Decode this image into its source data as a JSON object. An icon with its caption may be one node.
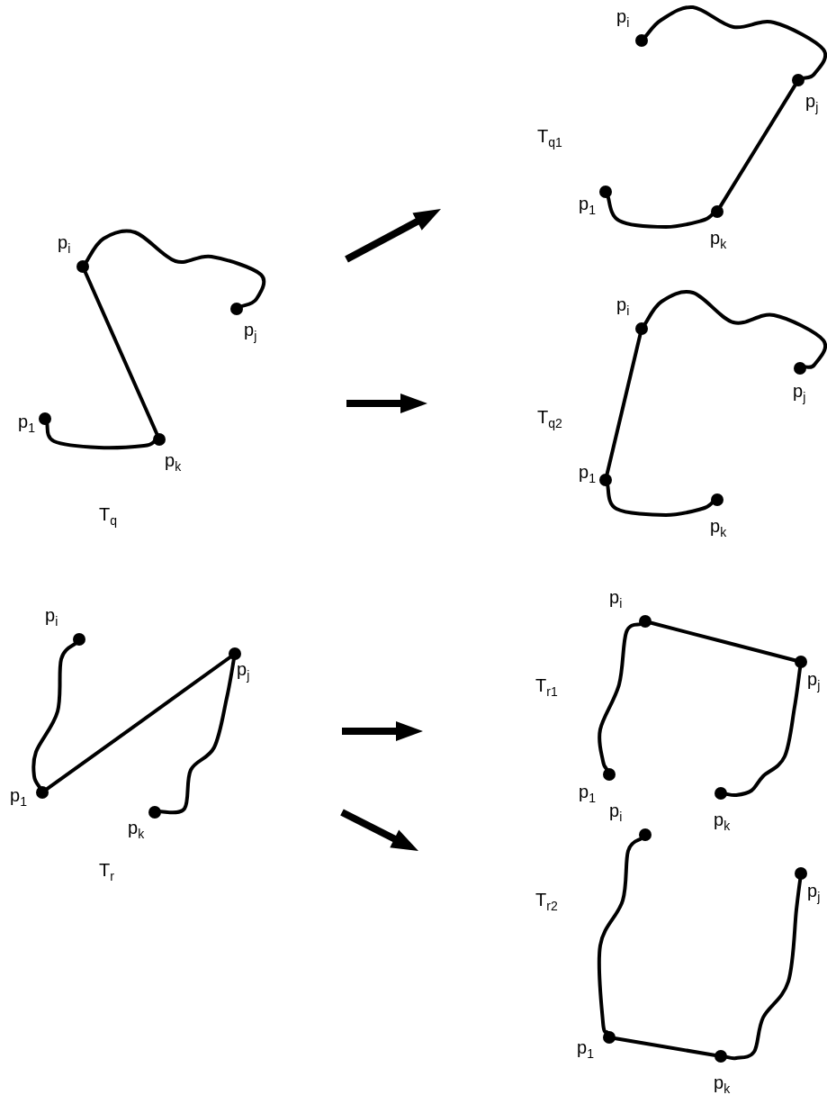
{
  "diagram": {
    "nodes": [
      {
        "text": [],
        "shape": "circle",
        "beside": [
          "p$_{i}$"
        ]
      },
      {
        "text": [],
        "shape": "circle",
        "beside": [
          "p$_{j}$"
        ]
      },
      {
        "text": [],
        "shape": "circle",
        "beside": [
          "p$_{1}$"
        ]
      },
      {
        "text": [],
        "shape": "circle",
        "beside": [
          "p$_{k}$"
        ]
      },
      {
        "text": [],
        "shape": "circle",
        "beside": [
          "p$_{i}$"
        ]
      },
      {
        "text": [],
        "shape": "circle",
        "beside": [
          "p$_{j}$"
        ]
      },
      {
        "text": [],
        "shape": "circle",
        "beside": [
          "p$_{1}$"
        ]
      },
      {
        "text": [],
        "shape": "circle",
        "beside": [
          "p$_{k}$"
        ]
      },
      {
        "text": [],
        "shape": "circle",
        "beside": [
          "p$_{i}$"
        ]
      },
      {
        "text": [],
        "shape": "circle",
        "beside": [
          "p$_{j}$"
        ]
      },
      {
        "text": [],
        "shape": "circle",
        "beside": [
          "p$_{1}$"
        ]
      },
      {
        "text": [],
        "shape": "circle",
        "beside": [
          "p$_{k}$"
        ]
      },
      {
        "text": [],
        "shape": "circle",
        "beside": [
          "p$_{i}$"
        ]
      },
      {
        "text": [],
        "shape": "circle",
        "beside": [
          "p$_{j}$"
        ]
      },
      {
        "text": [],
        "shape": "circle",
        "beside": [
          "p$_{1}$"
        ]
      },
      {
        "text": [],
        "shape": "circle",
        "beside": [
          "p$_{k}$"
        ]
      },
      {
        "text": [],
        "shape": "circle",
        "beside": [
          "p$_{i}$"
        ]
      },
      {
        "text": [],
        "shape": "circle",
        "beside": [
          "p$_{j}$"
        ]
      },
      {
        "text": [],
        "shape": "circle",
        "beside": [
          "p$_{1}$"
        ]
      },
      {
        "text": [],
        "shape": "circle",
        "beside": [
          "p$_{k}$"
        ]
      },
      {
        "text": [],
        "shape": "circle",
        "beside": [
          "p$_{i}$"
        ]
      },
      {
        "text": [],
        "shape": "circle",
        "beside": [
          "p$_{j}$"
        ]
      },
      {
        "text": [],
        "shape": "circle",
        "beside": [
          "p$_{1}$"
        ]
      },
      {
        "text": [],
        "shape": "circle",
        "beside": [
          "p$_{k}$"
        ]
      }
    ],
    "edges": [
      {
        "from": 0,
        "to": 1,
        "arrow": "none"
      },
      {
        "from": 0,
        "to": 3,
        "arrow": "none"
      },
      {
        "from": 2,
        "to": 3,
        "arrow": "none"
      },
      {
        "from": 4,
        "to": 5,
        "arrow": "none"
      },
      {
        "from": 5,
        "to": 7,
        "arrow": "none"
      },
      {
        "from": 6,
        "to": 7,
        "arrow": "none"
      },
      {
        "from": 8,
        "to": 9,
        "arrow": "none"
      },
      {
        "from": 8,
        "to": 10,
        "arrow": "none"
      },
      {
        "from": 10,
        "to": 11,
        "arrow": "none"
      },
      {
        "from": 12,
        "to": 14,
        "arrow": "none"
      },
      {
        "from": 14,
        "to": 13,
        "arrow": "none"
      },
      {
        "from": 13,
        "to": 15,
        "arrow": "none"
      },
      {
        "from": 16,
        "to": 18,
        "arrow": "none"
      },
      {
        "from": 16,
        "to": 17,
        "arrow": "none"
      },
      {
        "from": 17,
        "to": 19,
        "arrow": "none"
      },
      {
        "from": 20,
        "to": 22,
        "arrow": "none"
      },
      {
        "from": 22,
        "to": 23,
        "arrow": "none"
      },
      {
        "from": 23,
        "to": 21,
        "arrow": "none"
      }
    ],
    "labels": [
      "T$_{q1}$",
      "T$_{q2}$",
      "T$_{q}$",
      "T$_{r1}$",
      "T$_{r}$",
      "T$_{r2}$"
    ]
  }
}
